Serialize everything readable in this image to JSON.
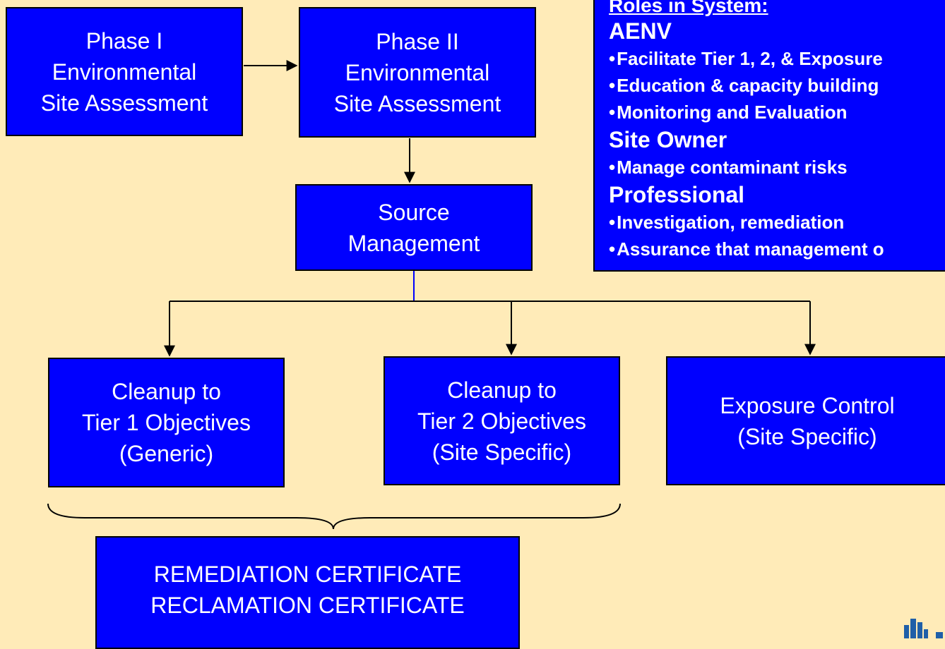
{
  "boxes": {
    "phase1": [
      "Phase I",
      "Environmental",
      "Site Assessment"
    ],
    "phase2": [
      "Phase II",
      "Environmental",
      "Site Assessment"
    ],
    "source": [
      "Source",
      "Management"
    ],
    "tier1": [
      "Cleanup to",
      "Tier 1 Objectives",
      "(Generic)"
    ],
    "tier2": [
      "Cleanup to",
      "Tier 2 Objectives",
      "(Site Specific)"
    ],
    "exposure": [
      "Exposure Control",
      "(Site Specific)"
    ],
    "certificates": [
      "REMEDIATION CERTIFICATE",
      "RECLAMATION CERTIFICATE"
    ]
  },
  "roles": {
    "heading": "Roles in System:",
    "groups": [
      {
        "name": "AENV",
        "items": [
          "Facilitate Tier 1, 2, & Exposure",
          "Education & capacity building",
          "Monitoring and Evaluation"
        ]
      },
      {
        "name": "Site Owner",
        "items": [
          "Manage contaminant risks"
        ]
      },
      {
        "name": "Professional",
        "items": [
          "Investigation, remediation",
          "Assurance that management o"
        ]
      }
    ]
  },
  "colors": {
    "background": "#FFEBB8",
    "box_fill": "#0000FF",
    "text": "#FFFFFF",
    "logo": "#1F5FA8"
  },
  "icons": {
    "logo": "building-logo-icon"
  }
}
